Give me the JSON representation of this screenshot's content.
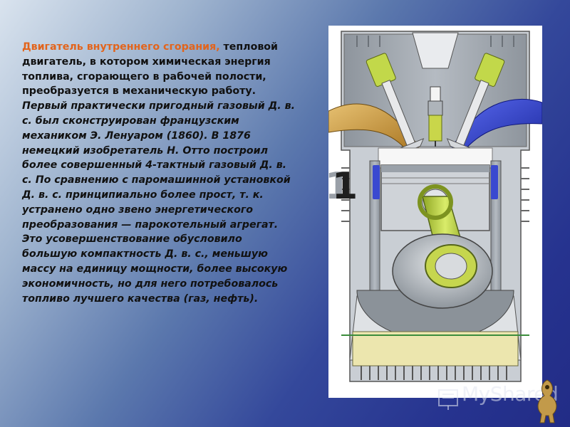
{
  "text": {
    "title": "Двигатель внутреннего сгорания,",
    "definition": " тепловой двигатель, в котором химическая энергия топлива, сгорающего в рабочей полости, преобразуется в механическую работу.",
    "history": "Первый практически пригодный газовый Д. в. с. был сконструирован французским механиком Э. Ленуаром (1860). В 1876 немецкий изобретатель Н. Отто построил более совершенный 4-тактный газовый Д. в. с. По сравнению с паромашинной установкой Д. в. с. принципиально более прост, т. к. устранено одно звено энергетического преобразования — парокотельный агрегат. Это усовершенствование обусловило большую компактность Д. в. с., меньшую массу на единицу мощности, более высокую экономичность, но для него потребовалось топливо лучшего качества (газ, нефть)."
  },
  "figure": {
    "stroke_number": "1",
    "icon": "engine-cross-section",
    "colors": {
      "block": "#9aa1a9",
      "intake": "#c99a3c",
      "exhaust": "#2f3fc8",
      "piston_rod": "#b8d23c",
      "crank": "#cdd2d8",
      "oil": "#ece6ae"
    }
  },
  "watermark": {
    "text": "MyShared",
    "icon": "myshared-logo-icon"
  },
  "colors": {
    "title": "#e2641c",
    "body_text": "#111111"
  }
}
